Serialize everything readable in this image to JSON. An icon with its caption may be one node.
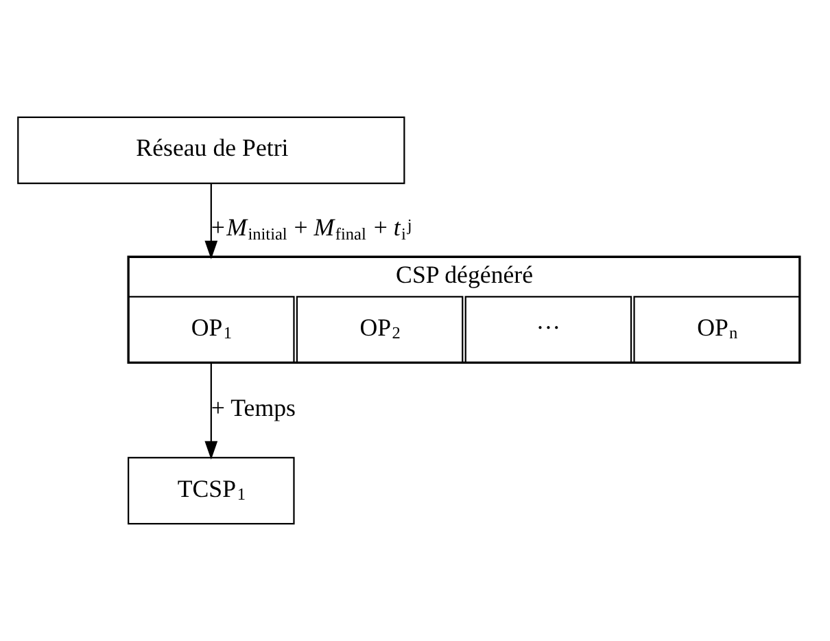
{
  "diagram": {
    "nodes": [
      {
        "text": [
          "Réseau de Petri"
        ]
      },
      {
        "text": [
          "CSP dégénéré"
        ]
      },
      {
        "text": [
          "OP$_{1}$"
        ],
        "in": 1
      },
      {
        "text": [
          "OP$_{2}$"
        ],
        "in": 1
      },
      {
        "text": [
          "···"
        ],
        "in": 1
      },
      {
        "text": [
          "OP$_{n}$"
        ],
        "in": 1
      },
      {
        "text": [
          "TCSP$_{1}$"
        ]
      }
    ],
    "edges": [
      {
        "from": 0,
        "to": 1,
        "arrow": "to",
        "label": "+*M*$_{initial}$ + *M*$_{final}$ + *t*$_{i}$$^{j}$"
      },
      {
        "from": 2,
        "to": 6,
        "arrow": "to",
        "label": "+ Temps"
      }
    ]
  }
}
